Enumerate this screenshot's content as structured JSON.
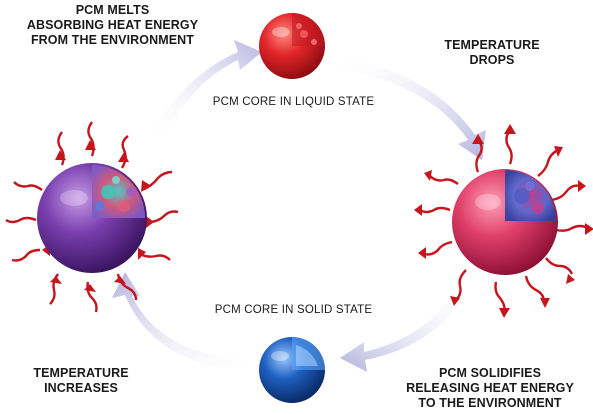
{
  "labels": {
    "top_left": [
      "PCM MELTS",
      "ABSORBING HEAT ENERGY",
      "FROM THE ENVIRONMENT"
    ],
    "top_right": [
      "TEMPERATURE",
      "DROPS"
    ],
    "liquid_core": "PCM CORE IN LIQUID STATE",
    "solid_core": "PCM CORE IN SOLID STATE",
    "bottom_left": [
      "TEMPERATURE",
      "INCREASES"
    ],
    "bottom_right": [
      "PCM SOLIDIFIES",
      "RELEASING HEAT ENERGY",
      "TO THE ENVIRONMENT"
    ]
  },
  "colors": {
    "liquid_sphere": "#e3262b",
    "right_sphere": "#e0406a",
    "left_sphere": "#7a3fae",
    "solid_sphere": "#1e5fc0",
    "heat_arrows": "#c4161c",
    "cycle_arrows": "#c6c4e6"
  }
}
